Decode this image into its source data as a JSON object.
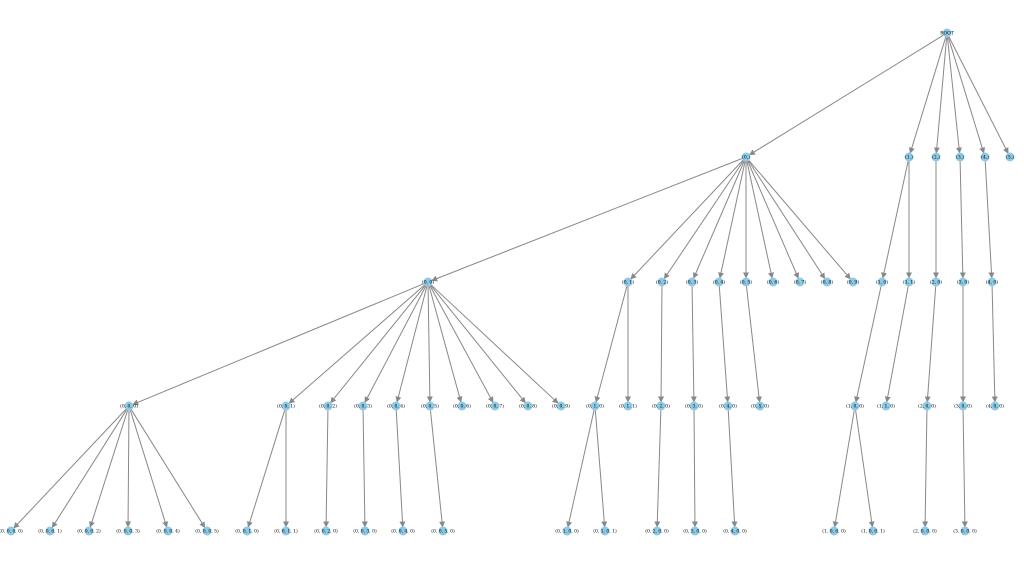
{
  "diagram": {
    "type": "tree",
    "node_color": "#8ecae6",
    "edge_color": "#888888",
    "nodes": [
      {
        "label": "ROOT",
        "parent": null
      },
      {
        "label": "(0,)",
        "parent": "ROOT"
      },
      {
        "label": "(1,)",
        "parent": "ROOT"
      },
      {
        "label": "(2,)",
        "parent": "ROOT"
      },
      {
        "label": "(3,)",
        "parent": "ROOT"
      },
      {
        "label": "(4,)",
        "parent": "ROOT"
      },
      {
        "label": "(5,)",
        "parent": "ROOT"
      },
      {
        "label": "(0, 0)",
        "parent": "(0,)"
      },
      {
        "label": "(0, 1)",
        "parent": "(0,)"
      },
      {
        "label": "(0, 2)",
        "parent": "(0,)"
      },
      {
        "label": "(0, 3)",
        "parent": "(0,)"
      },
      {
        "label": "(0, 4)",
        "parent": "(0,)"
      },
      {
        "label": "(0, 5)",
        "parent": "(0,)"
      },
      {
        "label": "(0, 6)",
        "parent": "(0,)"
      },
      {
        "label": "(0, 7)",
        "parent": "(0,)"
      },
      {
        "label": "(0, 8)",
        "parent": "(0,)"
      },
      {
        "label": "(0, 9)",
        "parent": "(0,)"
      },
      {
        "label": "(1, 0)",
        "parent": "(1,)"
      },
      {
        "label": "(1, 1)",
        "parent": "(1,)"
      },
      {
        "label": "(2, 0)",
        "parent": "(2,)"
      },
      {
        "label": "(3, 0)",
        "parent": "(3,)"
      },
      {
        "label": "(4, 0)",
        "parent": "(4,)"
      },
      {
        "label": "(0, 0, 0)",
        "parent": "(0, 0)"
      },
      {
        "label": "(0, 0, 1)",
        "parent": "(0, 0)"
      },
      {
        "label": "(0, 0, 2)",
        "parent": "(0, 0)"
      },
      {
        "label": "(0, 0, 3)",
        "parent": "(0, 0)"
      },
      {
        "label": "(0, 0, 4)",
        "parent": "(0, 0)"
      },
      {
        "label": "(0, 0, 5)",
        "parent": "(0, 0)"
      },
      {
        "label": "(0, 0, 6)",
        "parent": "(0, 0)"
      },
      {
        "label": "(0, 0, 7)",
        "parent": "(0, 0)"
      },
      {
        "label": "(0, 0, 8)",
        "parent": "(0, 0)"
      },
      {
        "label": "(0, 0, 9)",
        "parent": "(0, 0)"
      },
      {
        "label": "(0, 1, 0)",
        "parent": "(0, 1)"
      },
      {
        "label": "(0, 1, 1)",
        "parent": "(0, 1)"
      },
      {
        "label": "(0, 2, 0)",
        "parent": "(0, 2)"
      },
      {
        "label": "(0, 3, 0)",
        "parent": "(0, 3)"
      },
      {
        "label": "(0, 4, 0)",
        "parent": "(0, 4)"
      },
      {
        "label": "(0, 5, 0)",
        "parent": "(0, 5)"
      },
      {
        "label": "(1, 0, 0)",
        "parent": "(1, 0)"
      },
      {
        "label": "(1, 1, 0)",
        "parent": "(1, 1)"
      },
      {
        "label": "(2, 0, 0)",
        "parent": "(2, 0)"
      },
      {
        "label": "(3, 0, 0)",
        "parent": "(3, 0)"
      },
      {
        "label": "(4, 0, 0)",
        "parent": "(4, 0)"
      },
      {
        "label": "(0, 0, 0, 0)",
        "parent": "(0, 0, 0)"
      },
      {
        "label": "(0, 0, 0, 1)",
        "parent": "(0, 0, 0)"
      },
      {
        "label": "(0, 0, 0, 2)",
        "parent": "(0, 0, 0)"
      },
      {
        "label": "(0, 0, 0, 3)",
        "parent": "(0, 0, 0)"
      },
      {
        "label": "(0, 0, 0, 4)",
        "parent": "(0, 0, 0)"
      },
      {
        "label": "(0, 0, 0, 5)",
        "parent": "(0, 0, 0)"
      },
      {
        "label": "(0, 0, 1, 0)",
        "parent": "(0, 0, 1)"
      },
      {
        "label": "(0, 0, 1, 1)",
        "parent": "(0, 0, 1)"
      },
      {
        "label": "(0, 0, 2, 0)",
        "parent": "(0, 0, 2)"
      },
      {
        "label": "(0, 0, 3, 0)",
        "parent": "(0, 0, 3)"
      },
      {
        "label": "(0, 0, 4, 0)",
        "parent": "(0, 0, 4)"
      },
      {
        "label": "(0, 0, 5, 0)",
        "parent": "(0, 0, 5)"
      },
      {
        "label": "(0, 1, 0, 0)",
        "parent": "(0, 1, 0)"
      },
      {
        "label": "(0, 1, 0, 1)",
        "parent": "(0, 1, 0)"
      },
      {
        "label": "(0, 2, 0, 0)",
        "parent": "(0, 2, 0)"
      },
      {
        "label": "(0, 3, 0, 0)",
        "parent": "(0, 3, 0)"
      },
      {
        "label": "(0, 4, 0, 0)",
        "parent": "(0, 4, 0)"
      },
      {
        "label": "(1, 0, 0, 0)",
        "parent": "(1, 0, 0)"
      },
      {
        "label": "(1, 0, 0, 1)",
        "parent": "(1, 0, 0)"
      },
      {
        "label": "(2, 0, 0, 0)",
        "parent": "(2, 0, 0)"
      },
      {
        "label": "(3, 0, 0, 0)",
        "parent": "(3, 0, 0)"
      }
    ]
  }
}
